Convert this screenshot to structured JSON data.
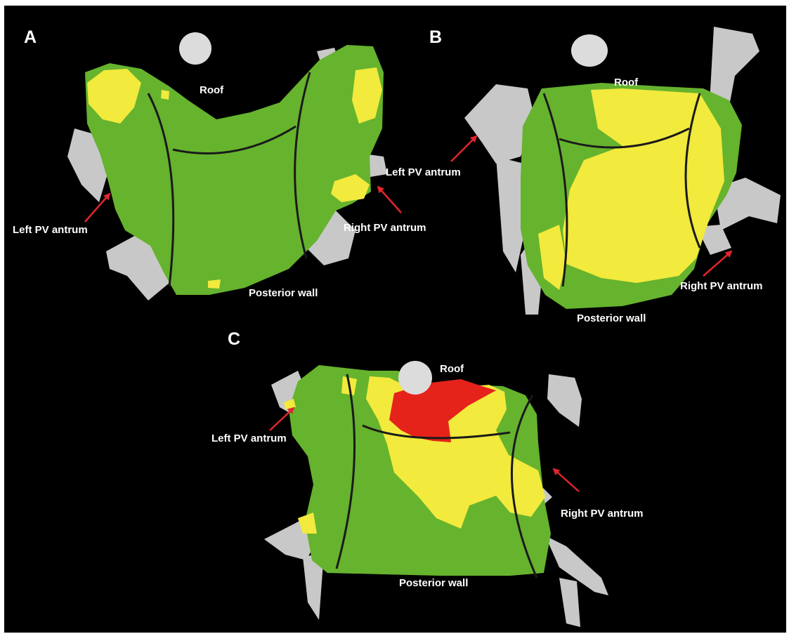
{
  "colors": {
    "background": "#000000",
    "normal_tissue": "#66b32e",
    "moderate_enhancement": "#f2ea3c",
    "dense_scar": "#e5231b",
    "pulmonary_veins": "#c8c8c8",
    "pointer_arrows": "#e0262c",
    "boundary_lines": "#1a1a1a"
  },
  "panels": [
    {
      "letter": "A",
      "labels": {
        "roof": "Roof",
        "posterior": "Posterior wall",
        "left_pv": "Left PV antrum",
        "right_pv": "Right PV antrum"
      }
    },
    {
      "letter": "B",
      "labels": {
        "roof": "Roof",
        "posterior": "Posterior wall",
        "left_pv": "Left PV antrum",
        "right_pv": "Right PV antrum"
      }
    },
    {
      "letter": "C",
      "labels": {
        "roof": "Roof",
        "posterior": "Posterior wall",
        "left_pv": "Left PV antrum",
        "right_pv": "Right PV antrum"
      }
    }
  ]
}
